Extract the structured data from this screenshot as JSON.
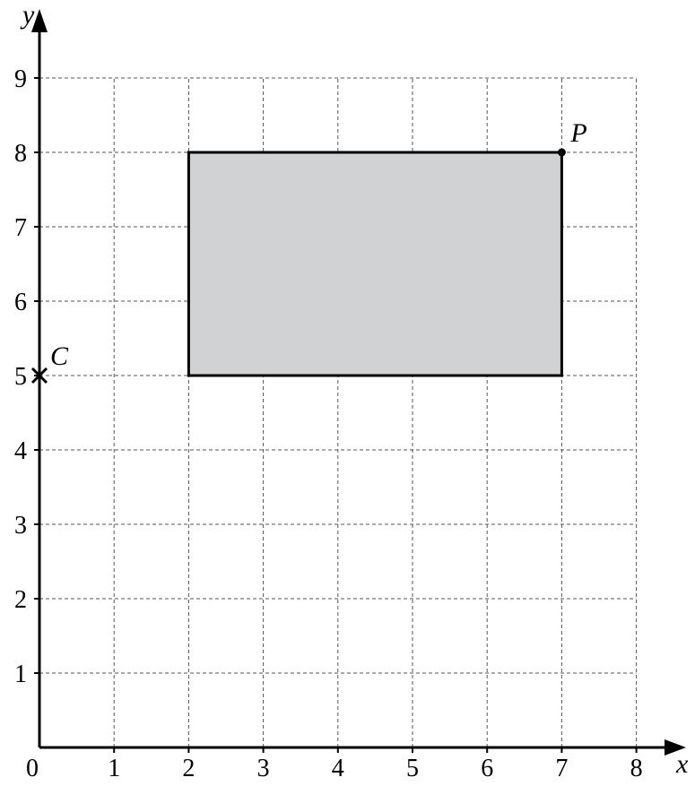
{
  "chart_data": {
    "type": "diagram",
    "axes": {
      "x": {
        "label": "x",
        "range": [
          0,
          8
        ],
        "ticks": [
          0,
          1,
          2,
          3,
          4,
          5,
          6,
          7,
          8
        ],
        "tick_labels": [
          "0",
          "1",
          "2",
          "3",
          "4",
          "5",
          "6",
          "7",
          "8"
        ]
      },
      "y": {
        "label": "y",
        "range": [
          0,
          9
        ],
        "ticks": [
          1,
          2,
          3,
          4,
          5,
          6,
          7,
          8,
          9
        ],
        "tick_labels": [
          "1",
          "2",
          "3",
          "4",
          "5",
          "6",
          "7",
          "8",
          "9"
        ]
      }
    },
    "grid": true,
    "shapes": [
      {
        "type": "rectangle",
        "vertices": [
          [
            2,
            5
          ],
          [
            7,
            5
          ],
          [
            7,
            8
          ],
          [
            2,
            8
          ]
        ],
        "fill": "#d1d2d4",
        "stroke": "#000000"
      }
    ],
    "points": [
      {
        "label": "P",
        "x": 7,
        "y": 8,
        "marker": "dot"
      },
      {
        "label": "C",
        "x": 0,
        "y": 5,
        "marker": "cross"
      }
    ]
  }
}
